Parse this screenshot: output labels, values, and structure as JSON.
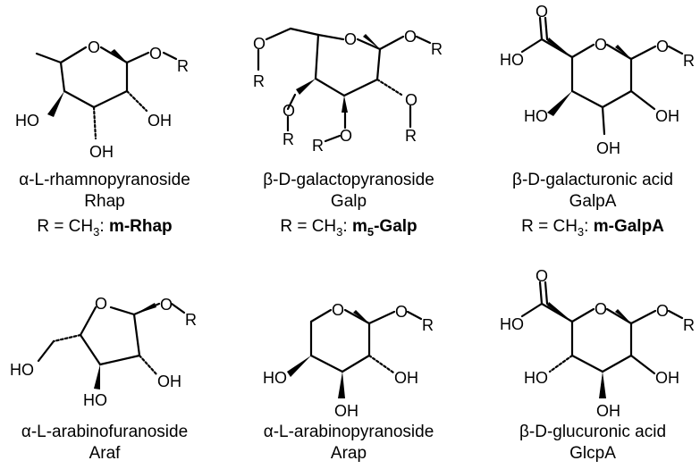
{
  "molecules": [
    {
      "atoms": {
        "o_ring": "O",
        "or_o": "O",
        "or_r": "R",
        "ho2": "HO",
        "oh3": "OH",
        "oh4": "OH"
      },
      "caption": {
        "name": "α-L-rhamnopyranoside",
        "abbr": "Rhap",
        "r_prefix": "R = CH",
        "r_sub": "3",
        "r_colon": ": ",
        "r_bold_a": "m-Rhap",
        "r_bold_sub": "",
        "r_bold_b": ""
      }
    },
    {
      "atoms": {
        "o_ring": "O",
        "or_o": "O",
        "or_r": "R",
        "o6": "O",
        "r6": "R",
        "o4": "O",
        "r4": "R",
        "o3": "O",
        "r3": "R",
        "o2": "O",
        "r2": "R"
      },
      "caption": {
        "name": "β-D-galactopyranoside",
        "abbr": "Galp",
        "r_prefix": "R = CH",
        "r_sub": "3",
        "r_colon": ": ",
        "r_bold_a": "m",
        "r_bold_sub": "5",
        "r_bold_b": "-Galp"
      }
    },
    {
      "atoms": {
        "o_ring": "O",
        "or_o": "O",
        "or_r": "R",
        "o_carbonyl": "O",
        "ho_acid": "HO",
        "ho4": "HO",
        "oh2": "OH",
        "oh3": "OH"
      },
      "caption": {
        "name": "β-D-galacturonic acid",
        "abbr": "GalpA",
        "r_prefix": "R = CH",
        "r_sub": "3",
        "r_colon": ": ",
        "r_bold_a": "m-GalpA",
        "r_bold_sub": "",
        "r_bold_b": ""
      }
    },
    {
      "atoms": {
        "o_ring": "O",
        "or_o": "O",
        "or_r": "R",
        "ho5": "HO",
        "oh2": "OH",
        "ho3": "HO"
      },
      "caption": {
        "name": "α-L-arabinofuranoside",
        "abbr": "Araf"
      }
    },
    {
      "atoms": {
        "o_ring": "O",
        "or_o": "O",
        "or_r": "R",
        "ho4": "HO",
        "oh2": "OH",
        "oh3": "OH"
      },
      "caption": {
        "name": "α-L-arabinopyranoside",
        "abbr": "Arap"
      }
    },
    {
      "atoms": {
        "o_ring": "O",
        "or_o": "O",
        "or_r": "R",
        "o_carbonyl": "O",
        "ho_acid": "HO",
        "ho4": "HO",
        "oh2": "OH",
        "oh3": "OH"
      },
      "caption": {
        "name": "β-D-glucuronic acid",
        "abbr": "GlcpA"
      }
    }
  ]
}
